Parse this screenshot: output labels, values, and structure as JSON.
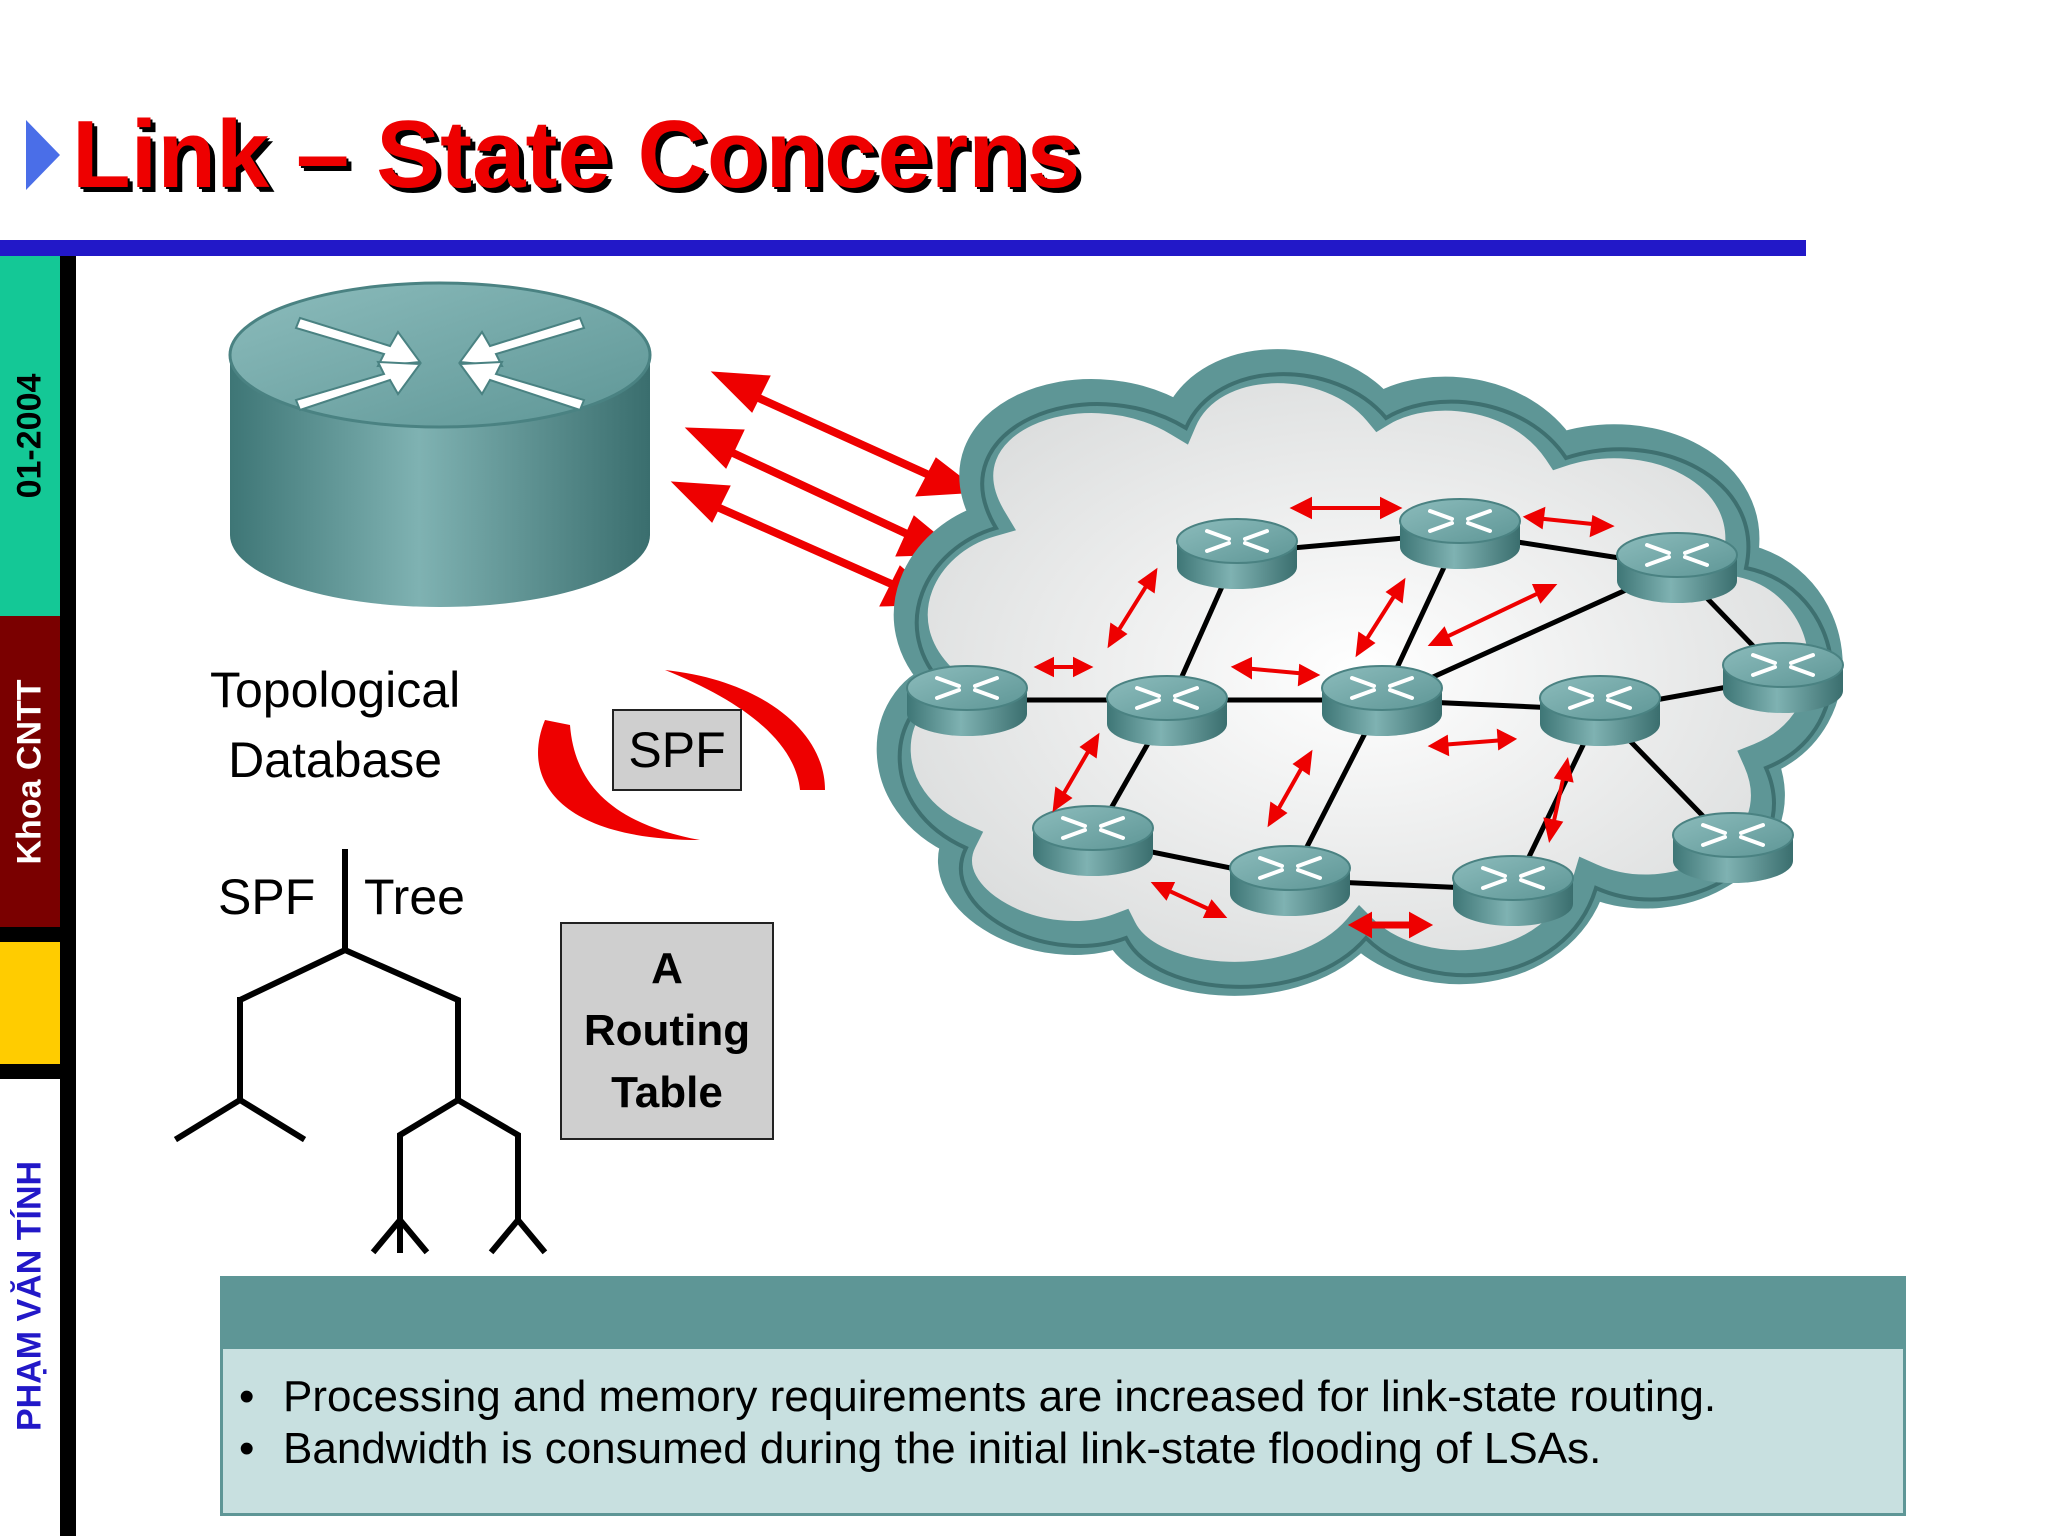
{
  "slide": {
    "title": "Link – State Concerns",
    "sidebar": {
      "date": "01-2004",
      "department": "Khoa CNTT",
      "author": "PHẠM VĂN TÍNH"
    },
    "diagram": {
      "topology_label_line1": "Topological",
      "topology_label_line2": "Database",
      "spf_box": "SPF",
      "tree_label_left": "SPF",
      "tree_label_right": "Tree",
      "routing_table_line1": "A",
      "routing_table_line2": "Routing",
      "routing_table_line3": "Table"
    },
    "notes": [
      "Processing and memory requirements are increased for link-state routing.",
      "Bandwidth is consumed during the initial link-state flooding of LSAs."
    ],
    "colors": {
      "title": "#ee0000",
      "rule": "#2218c8",
      "sidebar_green": "#14c896",
      "sidebar_maroon": "#7a0000",
      "sidebar_yellow": "#ffcc00",
      "router_teal": "#5e9696",
      "arrow_red": "#ee0000"
    }
  }
}
